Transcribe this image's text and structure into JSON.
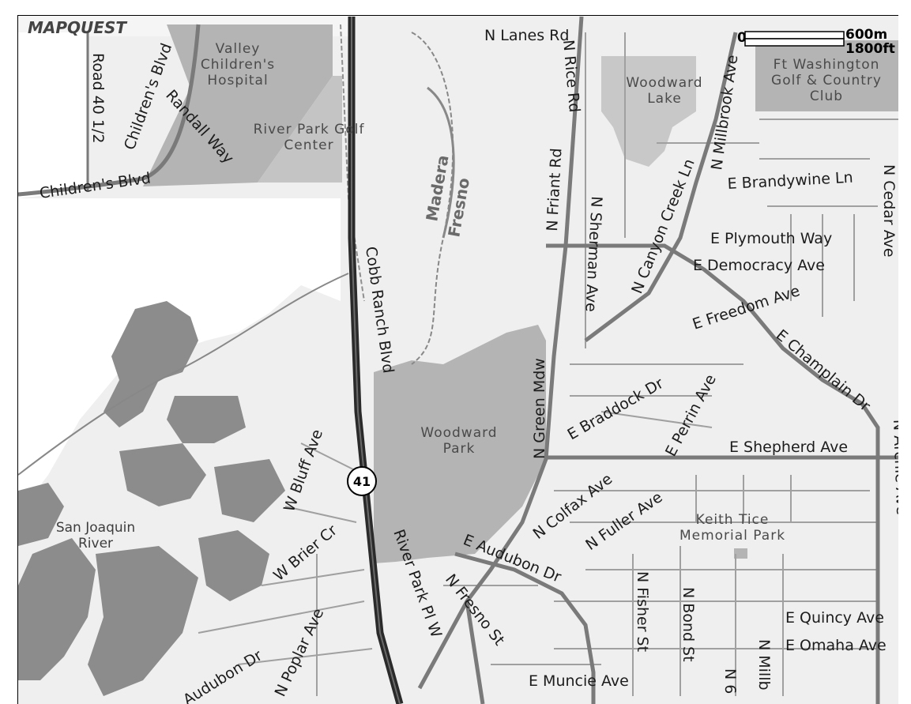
{
  "logo": {
    "text": "MAPQUEST"
  },
  "scale_bar": {
    "metric_label": "600m",
    "imperial_label": "1800ft",
    "zero_label": "0"
  },
  "highway": {
    "shield": "41"
  },
  "areas": {
    "hospital": "Valley\nChildren's\nHospital",
    "river_park_golf": "River Park Golf\nCenter",
    "woodward_lake": "Woodward\nLake",
    "ft_washington": "Ft Washington\nGolf & Country\nClub",
    "woodward_park": "Woodward\nPark",
    "keith_tice": "Keith Tice\nMemorial Park",
    "san_joaquin": "San Joaquin\nRiver"
  },
  "counties": {
    "madera": "Madera",
    "fresno": "Fresno"
  },
  "streets": {
    "n_lanes_rd": "N Lanes Rd",
    "road_40_half": "Road 40 1/2",
    "childrens_blvd_1": "Children's Blvd",
    "childrens_blvd_2": "Children's Blvd",
    "randall_way": "Randall Way",
    "n_rice_rd": "N Rice Rd",
    "n_millbrook_ave": "N Millbrook Ave",
    "n_friant_rd": "N Friant Rd",
    "n_sherman_ave": "N Sherman Ave",
    "n_canyon_creek_ln": "N Canyon Creek Ln",
    "e_brandywine_ln": "E Brandywine Ln",
    "n_cedar_ave": "N Cedar Ave",
    "e_plymouth_way": "E Plymouth Way",
    "e_democracy_ave": "E Democracy Ave",
    "e_freedom_ave": "E Freedom Ave",
    "e_champlain_dr": "E Champlain Dr",
    "cobb_ranch_blvd": "Cobb Ranch Blvd",
    "n_green_mdw": "N Green Mdw",
    "e_braddock_dr": "E Braddock Dr",
    "e_perrin_ave": "E Perrin Ave",
    "e_shepherd_ave": "E Shepherd Ave",
    "n_archie_ave": "N Archie Ave",
    "w_bluff_ave": "W Bluff Ave",
    "n_colfax_ave": "N Colfax Ave",
    "n_fuller_ave": "N Fuller Ave",
    "w_brier_cr": "W Brier Cr",
    "river_park_pl_w": "River Park Pl W",
    "e_audubon_dr": "E Audubon Dr",
    "n_fresno_st": "N Fresno St",
    "n_fisher_st": "N Fisher St",
    "n_bond_st": "N Bond St",
    "n_millb": "N Millb",
    "n_6": "N 6",
    "e_quincy_ave": "E Quincy Ave",
    "e_omaha_ave": "E Omaha Ave",
    "e_muncie_ave": "E Muncie Ave",
    "n_poplar_ave": "N Poplar Ave",
    "audubon_dr": "Audubon Dr"
  },
  "colors": {
    "park": "#b4b4b4",
    "road": "#7a7a7a",
    "highway": "#2a2a2a",
    "background": "#efefef",
    "water": "#8c8c8c"
  }
}
